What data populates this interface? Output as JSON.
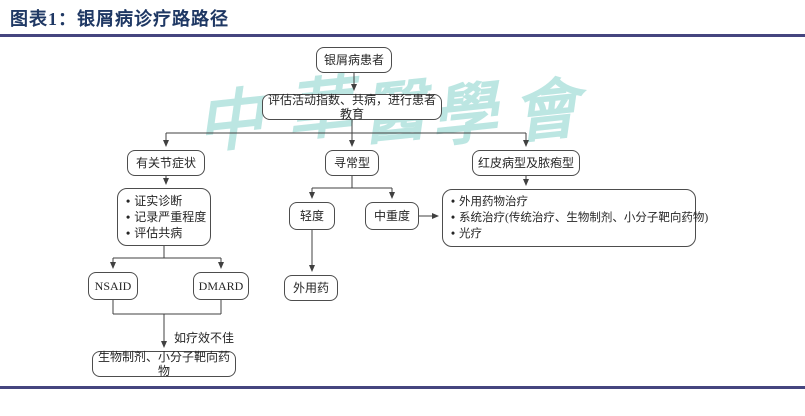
{
  "header": {
    "title": "图表1：银屑病诊疗路路径"
  },
  "watermark": {
    "chars": [
      "中",
      "華",
      "醫",
      "學",
      "會"
    ],
    "color": "#bce6e2"
  },
  "flowchart": {
    "nodes": {
      "patient": "银屑病患者",
      "assess": "评估活动指数、共病，进行患者教育",
      "joint": "有关节症状",
      "vulgar": "寻常型",
      "erythro": "红皮病型及脓疱型",
      "confirm_bullets": [
        "证实诊断",
        "记录严重程度",
        "评估共病"
      ],
      "nsaid": "NSAID",
      "dmard": "DMARD",
      "ineffective_label": "如疗效不佳",
      "bio": "生物制剂、小分子靶向药物",
      "mild": "轻度",
      "moderate_severe": "中重度",
      "topical": "外用药",
      "right_bullets": [
        "外用药物治疗",
        "系统治疗(传统治疗、生物制剂、小分子靶向药物)",
        "光疗"
      ]
    }
  },
  "colors": {
    "title": "#1f3864",
    "divider": "#45457f",
    "box_border": "#4d4d4d",
    "arrow": "#404040",
    "text": "#262626",
    "watermark": "#bce6e2"
  }
}
